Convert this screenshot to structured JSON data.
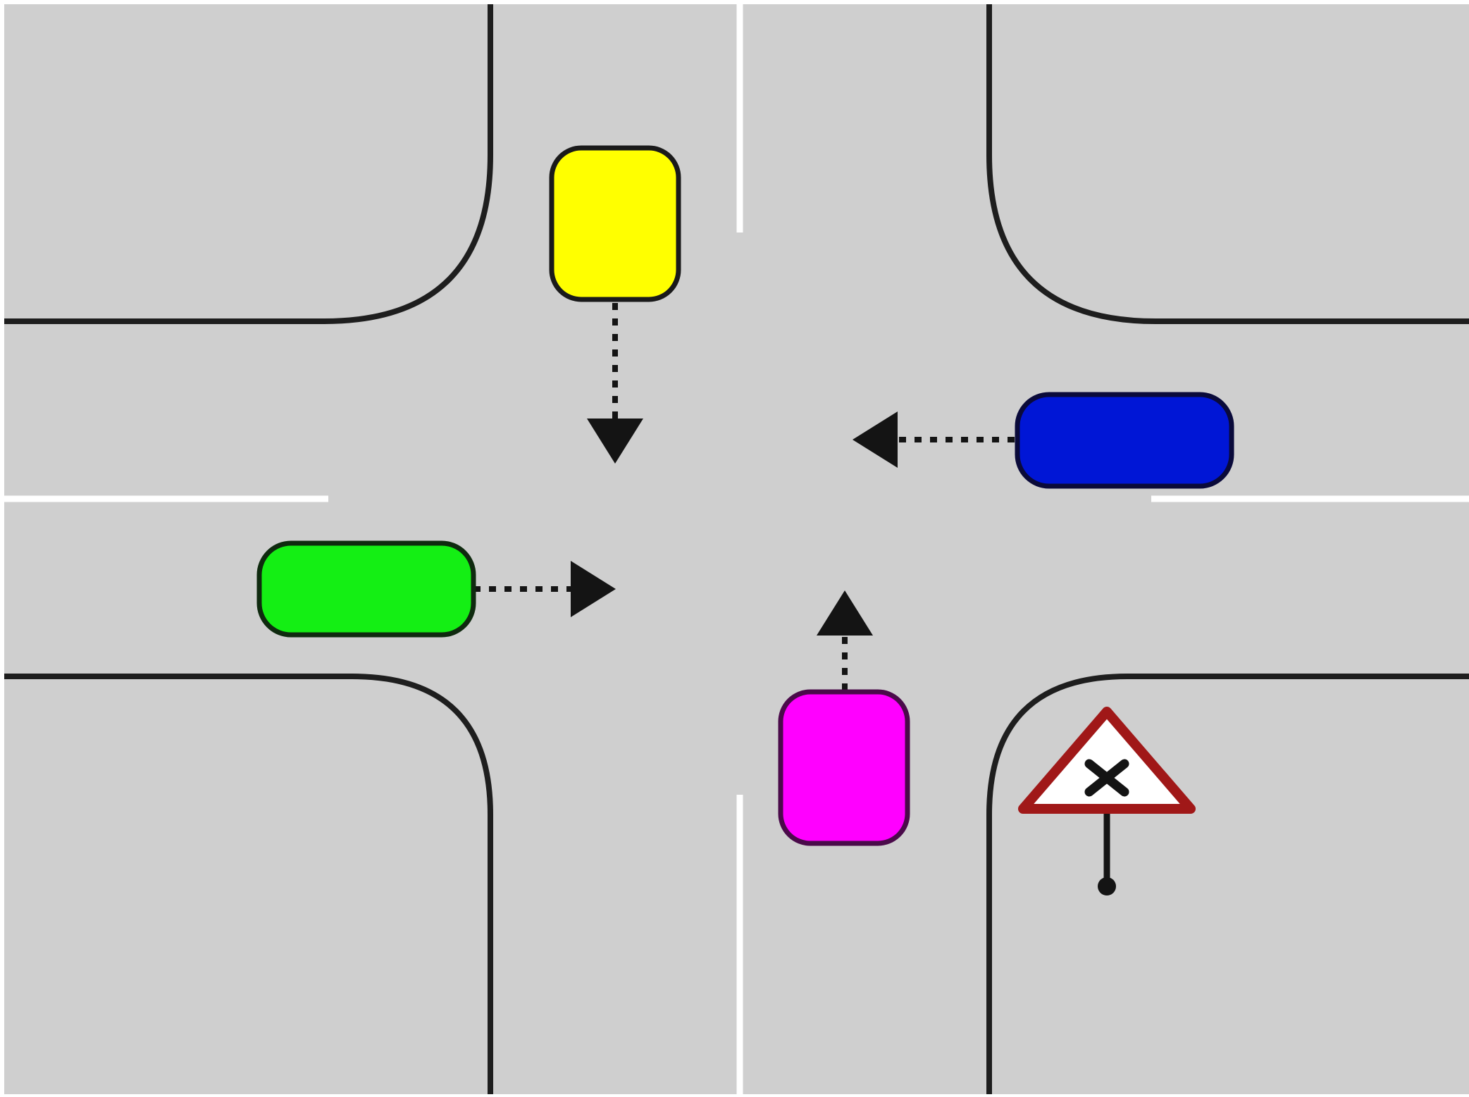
{
  "scene": {
    "type": "road-intersection-diagram",
    "colors": {
      "background": "#ffffff",
      "surface": "#cfcfcf",
      "curb": "#1e1e1e",
      "lane_marking": "#ffffff",
      "vehicle_outline": "#141414",
      "arrow": "#141414"
    },
    "vehicles": [
      {
        "id": "yellow",
        "color": "#ffff00",
        "outline": "#1a1a1a",
        "heading": "south"
      },
      {
        "id": "blue",
        "color": "#0016d6",
        "outline": "#0a0a3a",
        "heading": "west"
      },
      {
        "id": "green",
        "color": "#14ef14",
        "outline": "#0f2a0f",
        "heading": "east"
      },
      {
        "id": "magenta",
        "color": "#ff00ff",
        "outline": "#4a0a4a",
        "heading": "north"
      }
    ],
    "sign": {
      "meaning": "crossroads-warning",
      "icon": "crossroads-warning-sign-icon",
      "border_color": "#a01818",
      "fill_color": "#ffffff",
      "symbol_color": "#141414"
    }
  }
}
